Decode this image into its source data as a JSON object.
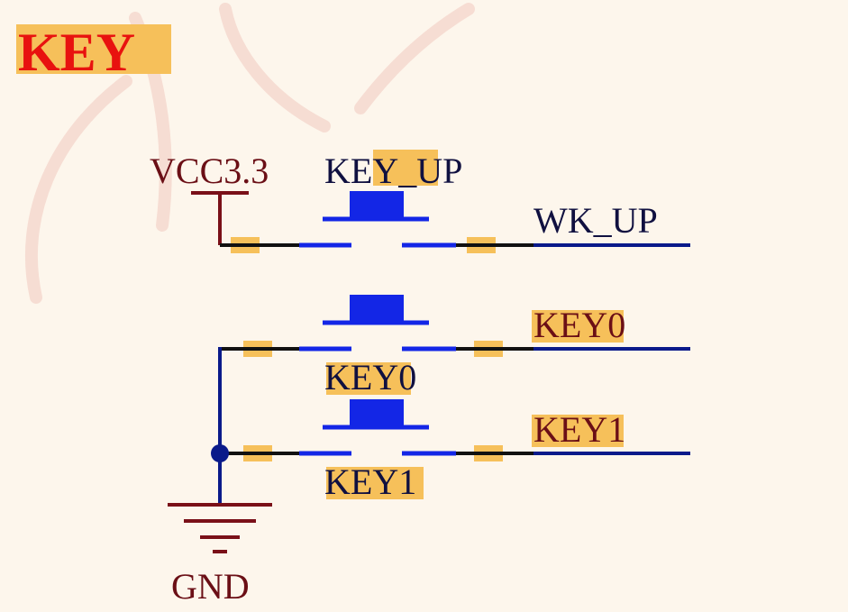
{
  "title": "KEY",
  "labels": {
    "vcc": "VCC3.3",
    "gnd": "GND",
    "switch_up": "KEY_UP",
    "switch_0": "KEY0",
    "switch_1": "KEY1",
    "net_up": "WK_UP",
    "net_0": "KEY0",
    "net_1": "KEY1"
  },
  "colors": {
    "title": "#e8120f",
    "power": "#7a1018",
    "wire_black": "#111111",
    "wire_blue": "#0a1a8a",
    "switch_blue": "#1326e6",
    "text_dark": "#101040",
    "net_text": "#6b0f16",
    "highlight": "#f6c05a",
    "watermark": "#f2c9bf"
  }
}
